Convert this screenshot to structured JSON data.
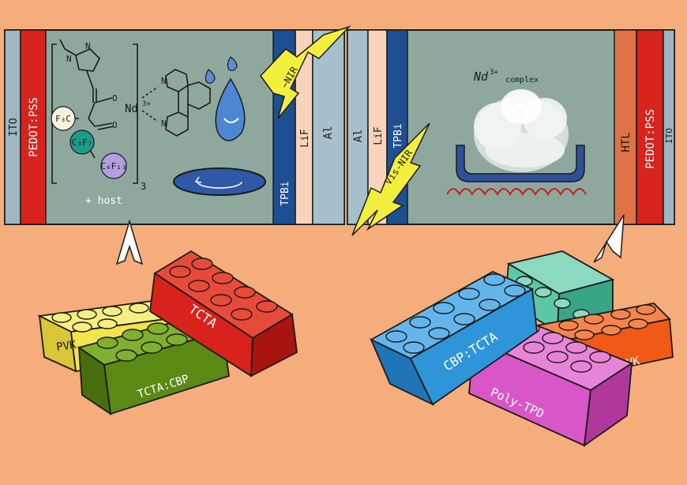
{
  "colors": {
    "background": "#f5ad7c",
    "panel": "#8ea89d",
    "ito": "#9fb6c1",
    "pedot": "#d7231c",
    "tpbi": "#1f4f93",
    "lif": "#f9d4bb",
    "al": "#a6c0cc",
    "htl": "#e07346",
    "lightning": "#f4ef3c",
    "brick_yellow": "#f2e44a",
    "brick_green": "#5a8a14",
    "brick_red": "#d7231c",
    "brick_blue": "#2e95d9",
    "brick_teal": "#5cc7a6",
    "brick_orange": "#f05a16",
    "brick_magenta": "#d956c6"
  },
  "left_device": {
    "layers": {
      "ito": "ITO",
      "pedot": "PEDOT:PSS",
      "tpbi": "TPBi",
      "lif": "LiF",
      "al": "Al"
    },
    "emission": "~NIR",
    "host_note": "+ host",
    "molecule": {
      "metal": "Nd",
      "charge": "3+",
      "substituent1": "F₃C",
      "substituent2": "C₃F₇",
      "substituent3": "C₆F₁₃",
      "count": "3"
    }
  },
  "right_device": {
    "layers": {
      "al": "Al",
      "lif": "LiF",
      "tpbi": "TPBi",
      "htl": "HTL",
      "pedot": "PEDOT:PSS",
      "ito": "ITO"
    },
    "emission": "Vis-NIR",
    "complex": {
      "metal": "Nd",
      "charge": "3+",
      "label": "complex"
    }
  },
  "bricks_left": {
    "yellow": "PVK",
    "green": "TCTA:CBP",
    "red": "TCTA"
  },
  "bricks_right": {
    "blue": "CBP:TCTA",
    "orange": "PVK",
    "magenta": "Poly-TPD"
  }
}
